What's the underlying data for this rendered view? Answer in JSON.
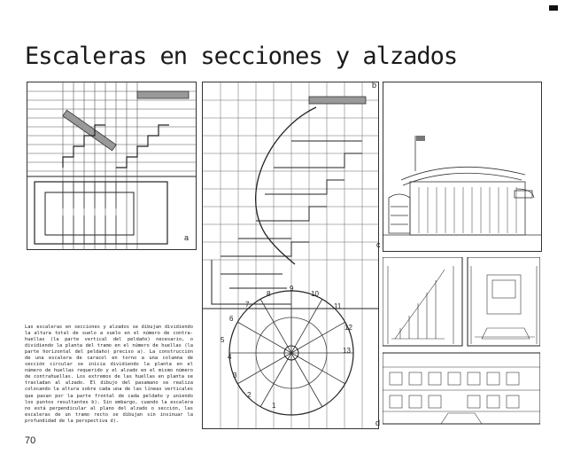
{
  "page": {
    "title": "Escaleras en secciones y alzados",
    "page_number": "70",
    "body_text": "Las escaleras en secciones y alzados se dibujan dividiendo la altura total de suelo a suelo en el número de contra-huellas (la parte vertical del peldaño) necesario, o dividiendo la planta del tramo en el número de huellas (la parte horizontal del peldaño) preciso a). La construcción de una escalera de caracol en torno a una columna de sección circular se inicia dividiendo la planta en el número de huellas requerido y el alzado en el mismo número de contrahuellas. Los extremos de las huellas en planta se trasladan al alzado. El dibujo del pasamano se realiza colocando la altura sobre cada una de las líneas verticales que pasan por la parte frontal de cada peldaño y uniendo los puntos resultantes b). Sin embargo, cuando la escalera no está perpendicular al plano del alzado o sección, las escaleras de un tramo recto se dibujan sin insinuar la profundidad de la perspectiva d)."
  },
  "figures": {
    "a": {
      "label": "a"
    },
    "b": {
      "label": "b"
    },
    "c": {
      "label": "c"
    },
    "d": {
      "label": "d"
    }
  },
  "spiral_numbers": [
    "1",
    "2",
    "3",
    "4",
    "5",
    "6",
    "7",
    "8",
    "9",
    "10",
    "11",
    "12",
    "13"
  ]
}
